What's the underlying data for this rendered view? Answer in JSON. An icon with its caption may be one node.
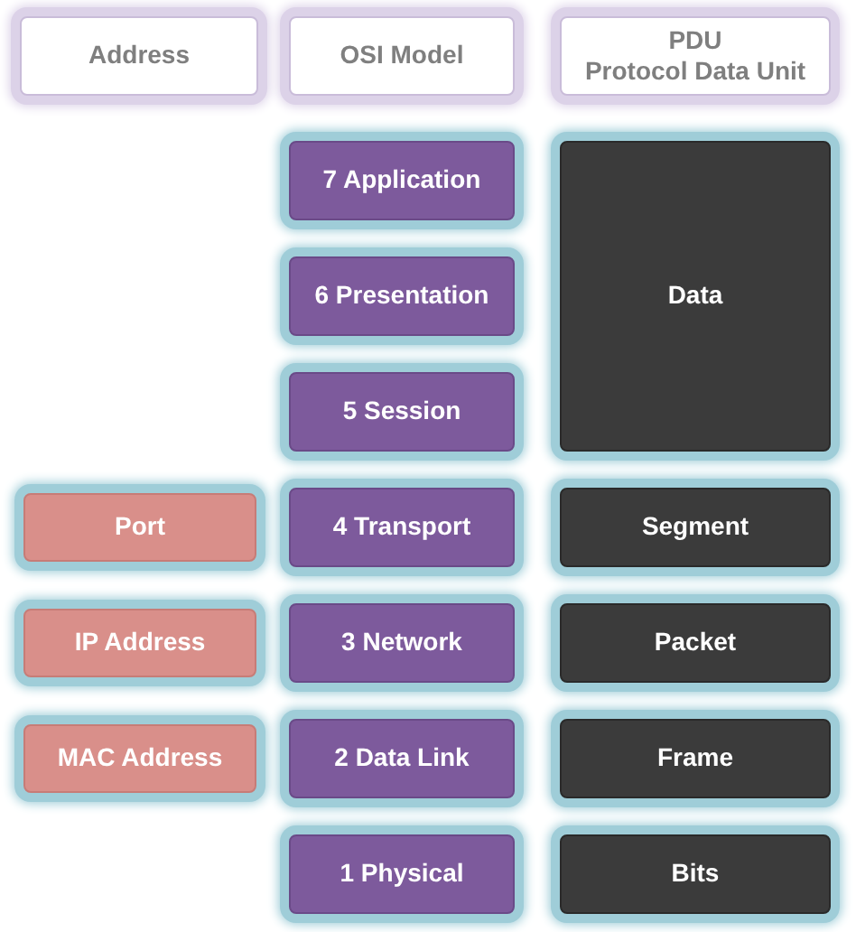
{
  "diagram": {
    "nodes": [
      {
        "text": [
          "Address"
        ]
      },
      {
        "text": [
          "OSI Model"
        ]
      },
      {
        "text": [
          "PDU",
          "Protocol Data Unit"
        ]
      },
      {
        "text": [
          "7 Application"
        ]
      },
      {
        "text": [
          "Data"
        ]
      },
      {
        "text": [
          "6 Presentation"
        ]
      },
      {
        "text": [
          "5 Session"
        ]
      },
      {
        "text": [
          "Port"
        ]
      },
      {
        "text": [
          "4 Transport"
        ]
      },
      {
        "text": [
          "Segment"
        ]
      },
      {
        "text": [
          "IP Address"
        ]
      },
      {
        "text": [
          "3 Network"
        ]
      },
      {
        "text": [
          "Packet"
        ]
      },
      {
        "text": [
          "MAC Address"
        ]
      },
      {
        "text": [
          "2 Data Link"
        ]
      },
      {
        "text": [
          "Frame"
        ]
      },
      {
        "text": [
          "1 Physical"
        ]
      },
      {
        "text": [
          "Bits"
        ]
      }
    ]
  }
}
